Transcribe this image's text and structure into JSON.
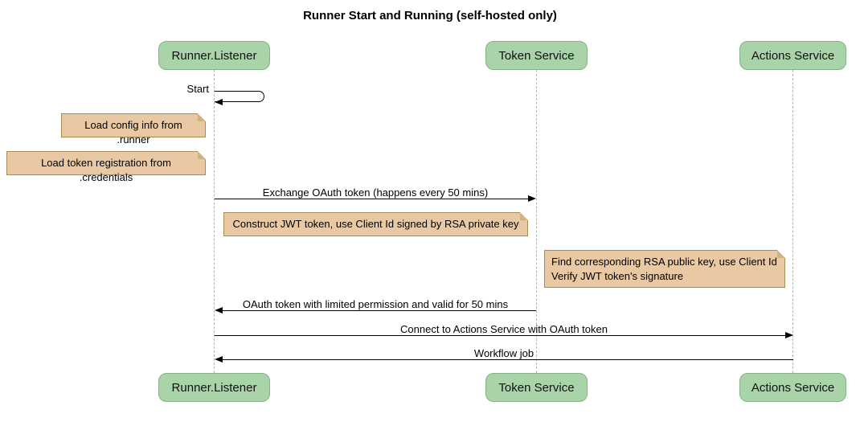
{
  "diagram": {
    "title": "Runner Start and Running (self-hosted only)",
    "participants": [
      {
        "name": "Runner.Listener"
      },
      {
        "name": "Token Service"
      },
      {
        "name": "Actions Service"
      }
    ],
    "messages": [
      {
        "label": "Start",
        "from": "Runner.Listener",
        "to": "Runner.Listener",
        "kind": "self"
      },
      {
        "label": "Exchange OAuth token (happens every 50 mins)",
        "from": "Runner.Listener",
        "to": "Token Service",
        "kind": "solid-arrow"
      },
      {
        "label": "OAuth token with limited permission and valid for 50 mins",
        "from": "Token Service",
        "to": "Runner.Listener",
        "kind": "solid-arrow"
      },
      {
        "label": "Connect to Actions Service with OAuth token",
        "from": "Runner.Listener",
        "to": "Actions Service",
        "kind": "solid-arrow"
      },
      {
        "label": "Workflow job",
        "from": "Actions Service",
        "to": "Runner.Listener",
        "kind": "solid-arrow"
      }
    ],
    "notes": [
      {
        "lines": [
          "Load config info from .runner"
        ],
        "position": "left of Runner.Listener"
      },
      {
        "lines": [
          "Load token registration from .credentials"
        ],
        "position": "left of Runner.Listener"
      },
      {
        "lines": [
          "Construct JWT token, use Client Id signed by RSA private key"
        ],
        "position": "between Runner.Listener and Token Service"
      },
      {
        "lines": [
          "Find corresponding RSA public key, use Client Id",
          "Verify JWT token's signature"
        ],
        "position": "between Token Service and Actions Service"
      }
    ],
    "colors": {
      "participant_fill": "#a9d3a9",
      "participant_border": "#84b384",
      "note_fill": "#e9c9a4",
      "note_border": "#a98c55",
      "note_fold": "#d2b285",
      "lifeline": "#b3b3b3",
      "message_line": "#000000",
      "background": "#ffffff"
    }
  }
}
